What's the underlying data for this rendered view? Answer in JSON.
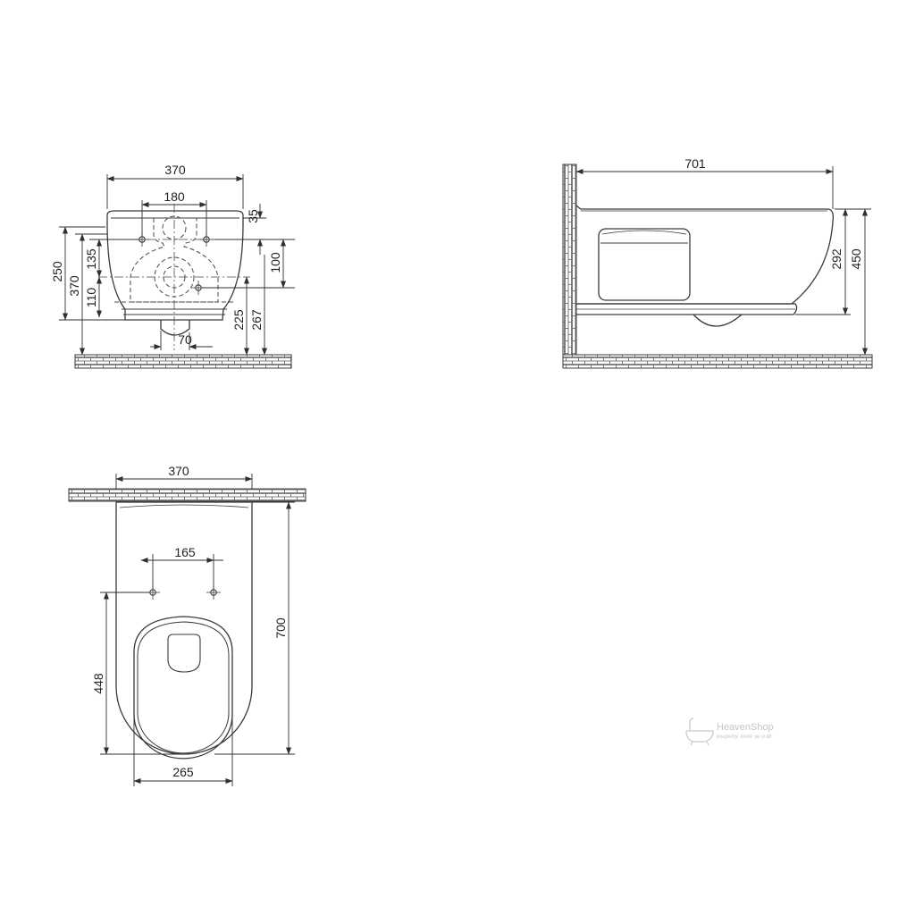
{
  "colors": {
    "line": "#3a3a3a",
    "dim": "#2f2f2f",
    "dash": "#4a4a4a",
    "brick": "#5a5a5a",
    "watermark": "#c9c9c9"
  },
  "front_view": {
    "width_total": "370",
    "inlet_spacing": "180",
    "offset_top": "35",
    "height_250": "250",
    "height_370": "370",
    "height_135": "135",
    "height_110": "110",
    "height_100": "100",
    "height_225": "225",
    "height_267": "267",
    "outlet_width": "70"
  },
  "side_view": {
    "length": "701",
    "height_292": "292",
    "height_450": "450"
  },
  "top_view": {
    "width_total": "370",
    "bolt_spacing": "165",
    "length": "700",
    "bowl_length": "448",
    "seat_width": "265"
  },
  "watermark": {
    "brand": "HeavenShop",
    "tagline": "koupelny, které se vrátí",
    "icon": "bathtub-icon"
  }
}
